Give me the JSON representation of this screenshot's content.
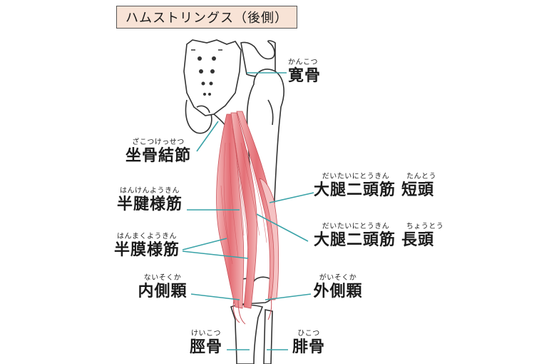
{
  "title": "ハムストリングス（後側）",
  "labels": {
    "ilium": {
      "ruby": "かんこつ",
      "text": "寛骨"
    },
    "ischial": {
      "ruby": "ざこつけっせつ",
      "text": "坐骨結節"
    },
    "semitendinosus": {
      "ruby": "はんけんようきん",
      "text": "半腱様筋"
    },
    "semimembranosus": {
      "ruby": "はんまくようきん",
      "text": "半膜様筋"
    },
    "biceps_short": {
      "ruby1": "だいたいにとうきん",
      "ruby2": "たんとう",
      "text1": "大腿二頭筋",
      "text2": "短頭"
    },
    "biceps_long": {
      "ruby1": "だいたいにとうきん",
      "ruby2": "ちょうとう",
      "text1": "大腿二頭筋",
      "text2": "長頭"
    },
    "medial_condyle": {
      "ruby": "ないそくか",
      "text": "内側顆"
    },
    "lateral_condyle": {
      "ruby": "がいそくか",
      "text": "外側顆"
    },
    "tibia": {
      "ruby": "けいこつ",
      "text": "脛骨"
    },
    "fibula": {
      "ruby": "ひこつ",
      "text": "腓骨"
    }
  },
  "colors": {
    "muscle": "#e8868b",
    "muscle_light": "#f6c9c9",
    "leader_line": "#3aa3a8",
    "bone_stroke": "#333333",
    "title_bg": "#f8e3d6"
  }
}
